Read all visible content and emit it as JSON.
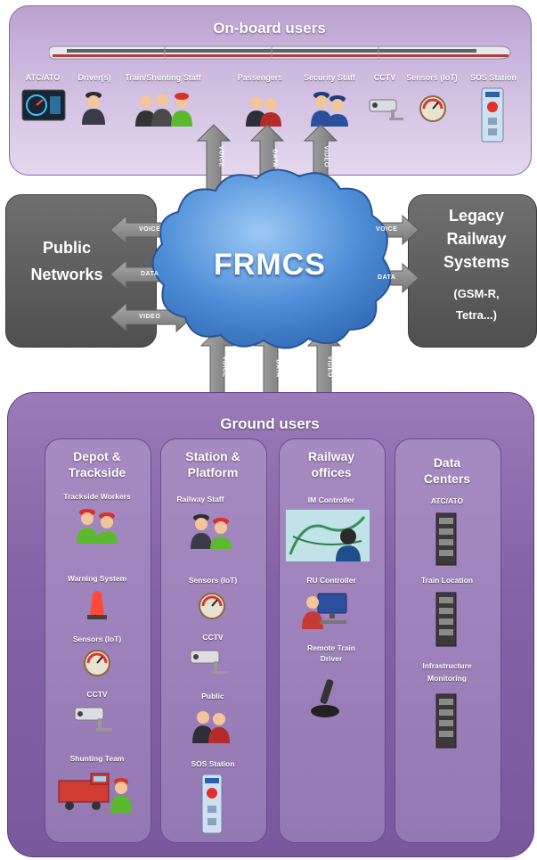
{
  "onboard": {
    "title": "On-board users",
    "items": [
      "ATC/ATO",
      "Driver(s)",
      "Train/Shunting Staff",
      "Passengers",
      "Security Staff",
      "CCTV",
      "Sensors (IoT)",
      "SOS Station"
    ]
  },
  "center": {
    "label": "FRMCS"
  },
  "public_networks": {
    "line1": "Public",
    "line2": "Networks"
  },
  "legacy": {
    "line1": "Legacy",
    "line2": "Railway",
    "line3": "Systems",
    "line4": "(GSM-R,",
    "line5": "Tetra...)"
  },
  "arrows": {
    "voice": "VOICE",
    "data": "DATA",
    "video": "VIDEO"
  },
  "ground": {
    "title": "Ground users",
    "columns": [
      {
        "title1": "Depot &",
        "title2": "Trackside",
        "items": [
          "Trackside Workers",
          "Warning System",
          "Sensors (IoT)",
          "CCTV",
          "Shunting Team"
        ]
      },
      {
        "title1": "Station &",
        "title2": "Platform",
        "items": [
          "Railway Staff",
          "Sensors (IoT)",
          "CCTV",
          "Public",
          "SOS Station"
        ]
      },
      {
        "title1": "Railway",
        "title2": "offices",
        "items": [
          "IM Controller",
          "RU Controller",
          "Remote Train",
          "Driver"
        ]
      },
      {
        "title1": "Data",
        "title2": "Centers",
        "items": [
          "ATC/ATO",
          "Train Location",
          "Infrastructure",
          "Monitoring"
        ]
      }
    ]
  },
  "colors": {
    "purple_dark": "#7a589c",
    "purple_light": "#c9b5dc",
    "cloud_blue": "#4f8fd8",
    "side_gray": "#5a5a5a",
    "arrow_gray": "#8c8c8c"
  }
}
